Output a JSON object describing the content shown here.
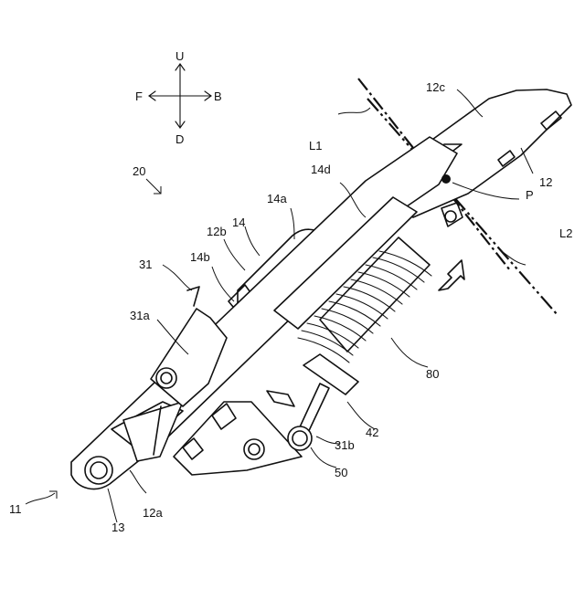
{
  "compass": {
    "up": "U",
    "down": "D",
    "front": "F",
    "back": "B"
  },
  "labels": {
    "l1": "L1",
    "l2": "L2",
    "p": "P",
    "n11": "11",
    "n12": "12",
    "n12a": "12a",
    "n12b": "12b",
    "n12c": "12c",
    "n13": "13",
    "n14": "14",
    "n14a": "14a",
    "n14b": "14b",
    "n14d": "14d",
    "n20": "20",
    "n31": "31",
    "n31a": "31a",
    "n31b": "31b",
    "n42": "42",
    "n50": "50",
    "n80": "80"
  }
}
